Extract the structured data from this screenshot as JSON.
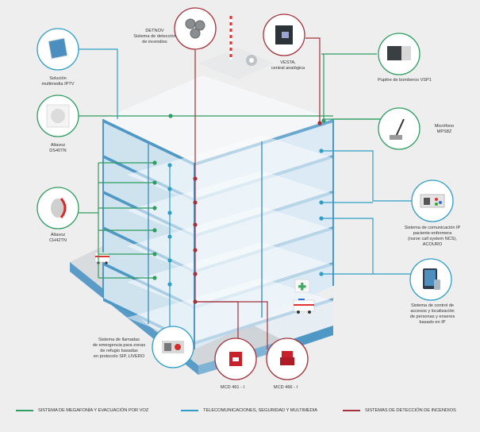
{
  "colors": {
    "background": "#eeeeee",
    "megafonia_green": "#2e9d62",
    "telecom_blue": "#2f9ec6",
    "incendios_red": "#a3313c",
    "building_blue": "#4f97c4",
    "building_light": "#d5e8f3",
    "floor_white": "#fafcfd",
    "ground_gray": "#cfd3d6"
  },
  "devices": [
    {
      "id": "solucion-multimedia",
      "label": "Solución\nmultimedia IPTV",
      "system": "telecom",
      "icon": "tablet-icon"
    },
    {
      "id": "altavoz-ds",
      "label": "Altavoz\nDS40TN",
      "system": "megafonia",
      "icon": "ceiling-speaker-icon"
    },
    {
      "id": "altavoz-ch",
      "label": "Altavoz\nCH42TN",
      "system": "megafonia",
      "icon": "round-speaker-icon"
    },
    {
      "id": "detnov",
      "label": "DETNOV\nSistema de detección\nde incendios",
      "system": "incendios",
      "icon": "smoke-detector-icon"
    },
    {
      "id": "vesta",
      "label": "VESTA,\ncentral analógica",
      "system": "incendios",
      "icon": "control-panel-icon"
    },
    {
      "id": "pupitre",
      "label": "Pupitre de bomberos VSP1",
      "system": "megafonia",
      "icon": "fireman-console-icon"
    },
    {
      "id": "microfono",
      "label": "Micrófono\nMPS8Z",
      "system": "megafonia",
      "icon": "microphone-icon"
    },
    {
      "id": "comunicacion-ip",
      "label": "Sistema de comunicación IP\npaciente-enfermera\n(nurse call system NCS),\nACOURO",
      "system": "telecom",
      "icon": "nurse-call-panel-icon"
    },
    {
      "id": "control-accesos",
      "label": "Sistema de control de\naccesos y localización\nde personas y enseres\nbasado en IP",
      "system": "telecom",
      "icon": "tablet-phone-icon"
    },
    {
      "id": "llamadas-emergencia",
      "label": "Sistema de llamadas\nde emergencia para zonas\nde refugio basadas\nen protocolo SIP, LIVERO",
      "system": "telecom",
      "icon": "intercom-icon"
    },
    {
      "id": "mcd461",
      "label": "MCD 461 - I",
      "system": "incendios",
      "icon": "manual-call-point-icon"
    },
    {
      "id": "mcd466",
      "label": "MCD 466 - I",
      "system": "incendios",
      "icon": "sounder-beacon-icon"
    }
  ],
  "legend": [
    {
      "label": "SISTEMA DE MEGAFONÍA Y EVACUACIÓN POR VOZ",
      "system": "megafonia"
    },
    {
      "label": "TELECOMUNICACIONES, SEGURIDAD Y MULTIMEDIA",
      "system": "telecom"
    },
    {
      "label": "SISTEMAS DE DETECCIÓN DE INCENDIOS",
      "system": "incendios"
    }
  ]
}
